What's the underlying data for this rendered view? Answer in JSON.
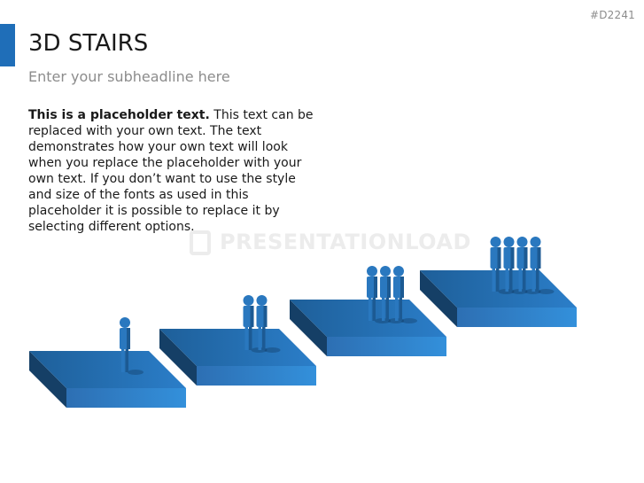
{
  "slide": {
    "id": "#D2241",
    "title": "3D STAIRS",
    "subtitle": "Enter your subheadline here",
    "body_bold": "This is a placeholder text.",
    "body_rest": " This text can be replaced with your own text. The text demonstrates how your own text will look when you replace the placeholder with your own text. If you don’t want to use the style and size of the fonts as used in this placeholder it is possible to replace it by selecting different options.",
    "watermark": "PRESENTATIONLOAD"
  },
  "colors": {
    "accent": "#1f6eb8",
    "top_a": "#1e5f99",
    "top_b": "#2b7ec9",
    "front_a": "#2d6fb3",
    "front_b": "#3390db",
    "side": "#153f66",
    "figure": "#2a78bf",
    "figure_dark": "#1c5a93"
  },
  "stairs": {
    "steps": [
      {
        "people": 1
      },
      {
        "people": 2
      },
      {
        "people": 3
      },
      {
        "people": 4
      }
    ]
  }
}
